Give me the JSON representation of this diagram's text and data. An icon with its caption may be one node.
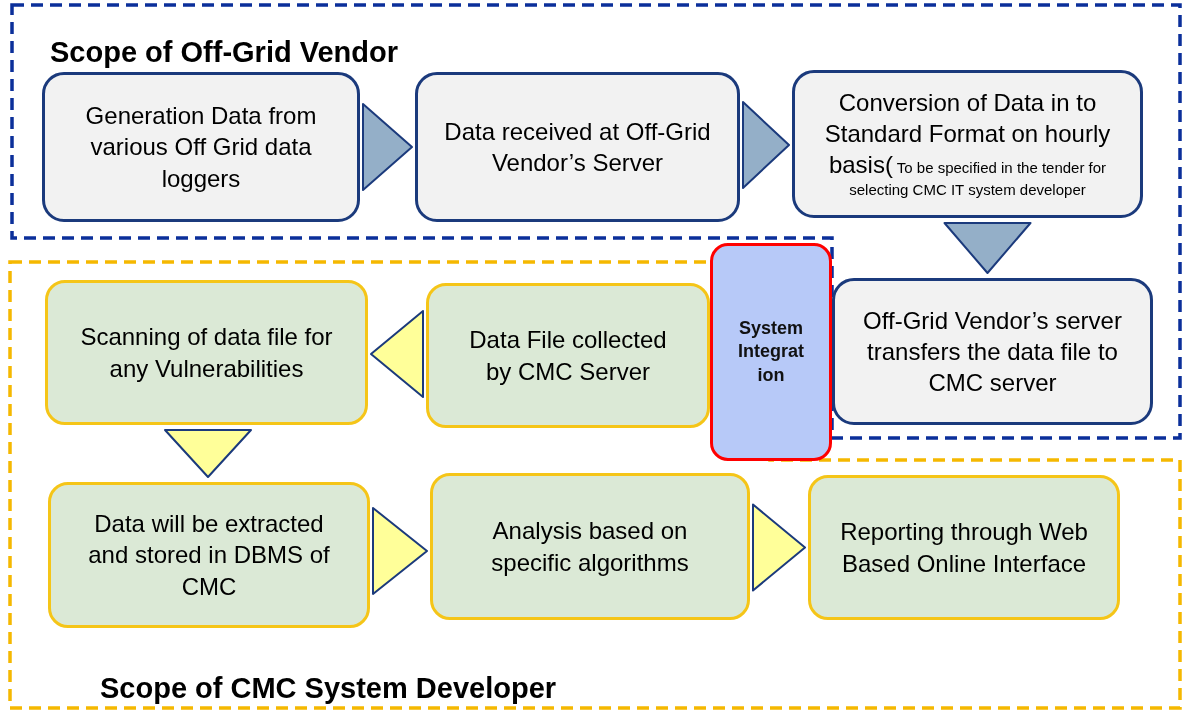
{
  "diagram": {
    "nodes": [
      {
        "text": [
          "Scope of Off-Grid Vendor"
        ]
      },
      {
        "text": [
          "Generation Data from various Off Grid data loggers"
        ],
        "in": 0
      },
      {
        "text": [
          "Data received at Off-Grid Vendor’s Server"
        ],
        "in": 0
      },
      {
        "text": [
          "Conversion of Data in to Standard Format on hourly basis(",
          "To be specified in the tender for selecting CMC IT system developer"
        ],
        "in": 0
      },
      {
        "text": [
          "Off-Grid Vendor’s server transfers the data file to CMC server"
        ],
        "in": 0
      },
      {
        "text": [
          "Scope of CMC System Developer"
        ]
      },
      {
        "text": [
          "System Integration"
        ]
      },
      {
        "text": [
          "Data File collected by CMC Server"
        ],
        "in": 5
      },
      {
        "text": [
          "Scanning of data file for any Vulnerabilities"
        ],
        "in": 5
      },
      {
        "text": [
          "Data will be extracted and stored in DBMS of CMC"
        ],
        "in": 5
      },
      {
        "text": [
          "Analysis based on specific algorithms"
        ],
        "in": 5
      },
      {
        "text": [
          "Reporting through Web Based Online Interface"
        ],
        "in": 5
      }
    ],
    "edges": [
      {
        "from": 1,
        "to": 2,
        "arrow": "to",
        "color": "#94afc8"
      },
      {
        "from": 2,
        "to": 3,
        "arrow": "to",
        "color": "#94afc8"
      },
      {
        "from": 3,
        "to": 4,
        "arrow": "to",
        "color": "#94afc8"
      },
      {
        "from": 7,
        "to": 8,
        "arrow": "to"
      },
      {
        "from": 8,
        "to": 9,
        "arrow": "to"
      },
      {
        "from": 9,
        "to": 10,
        "arrow": "to"
      },
      {
        "from": 10,
        "to": 11,
        "arrow": "to"
      }
    ]
  }
}
